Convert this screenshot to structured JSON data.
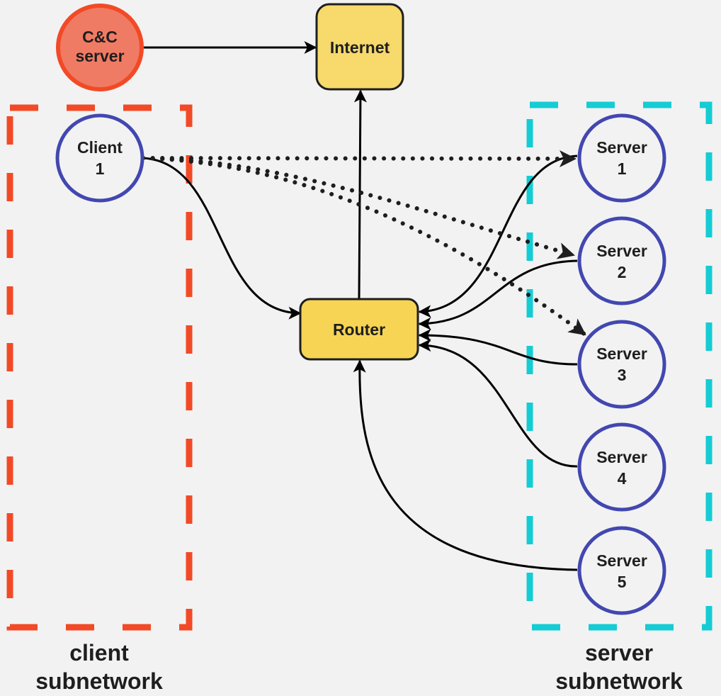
{
  "diagram": {
    "colors": {
      "background": "#f2f2f2",
      "client_group": "#f24a26",
      "server_group": "#14ccd4",
      "host_stroke": "#4247b0",
      "cc_fill": "#f07b64",
      "cc_stroke": "#f24a26",
      "box_fill": "#f7d562",
      "box_stroke": "#1e1e1e",
      "edge": "#000000"
    },
    "groups": {
      "client": {
        "line1": "client",
        "line2": "subnetwork"
      },
      "server": {
        "line1": "server",
        "line2": "subnetwork"
      }
    },
    "nodes": {
      "cc": {
        "line1": "C&C",
        "line2": "server"
      },
      "internet": {
        "label": "Internet"
      },
      "router": {
        "label": "Router"
      },
      "client1": {
        "line1": "Client",
        "line2": "1"
      },
      "server1": {
        "line1": "Server",
        "line2": "1"
      },
      "server2": {
        "line1": "Server",
        "line2": "2"
      },
      "server3": {
        "line1": "Server",
        "line2": "3"
      },
      "server4": {
        "line1": "Server",
        "line2": "4"
      },
      "server5": {
        "line1": "Server",
        "line2": "5"
      }
    },
    "edges": [
      {
        "from": "C&C server",
        "to": "Internet",
        "style": "solid"
      },
      {
        "from": "Router",
        "to": "Internet",
        "style": "solid"
      },
      {
        "from": "Client 1",
        "to": "Router",
        "style": "solid"
      },
      {
        "from": "Client 1",
        "to": "Server 1",
        "style": "dotted"
      },
      {
        "from": "Client 1",
        "to": "Server 2",
        "style": "dotted"
      },
      {
        "from": "Client 1",
        "to": "Server 3",
        "style": "dotted"
      },
      {
        "from": "Server 1",
        "to": "Router",
        "style": "solid"
      },
      {
        "from": "Server 2",
        "to": "Router",
        "style": "solid"
      },
      {
        "from": "Server 3",
        "to": "Router",
        "style": "solid"
      },
      {
        "from": "Server 4",
        "to": "Router",
        "style": "solid"
      },
      {
        "from": "Server 5",
        "to": "Router",
        "style": "solid"
      }
    ]
  }
}
